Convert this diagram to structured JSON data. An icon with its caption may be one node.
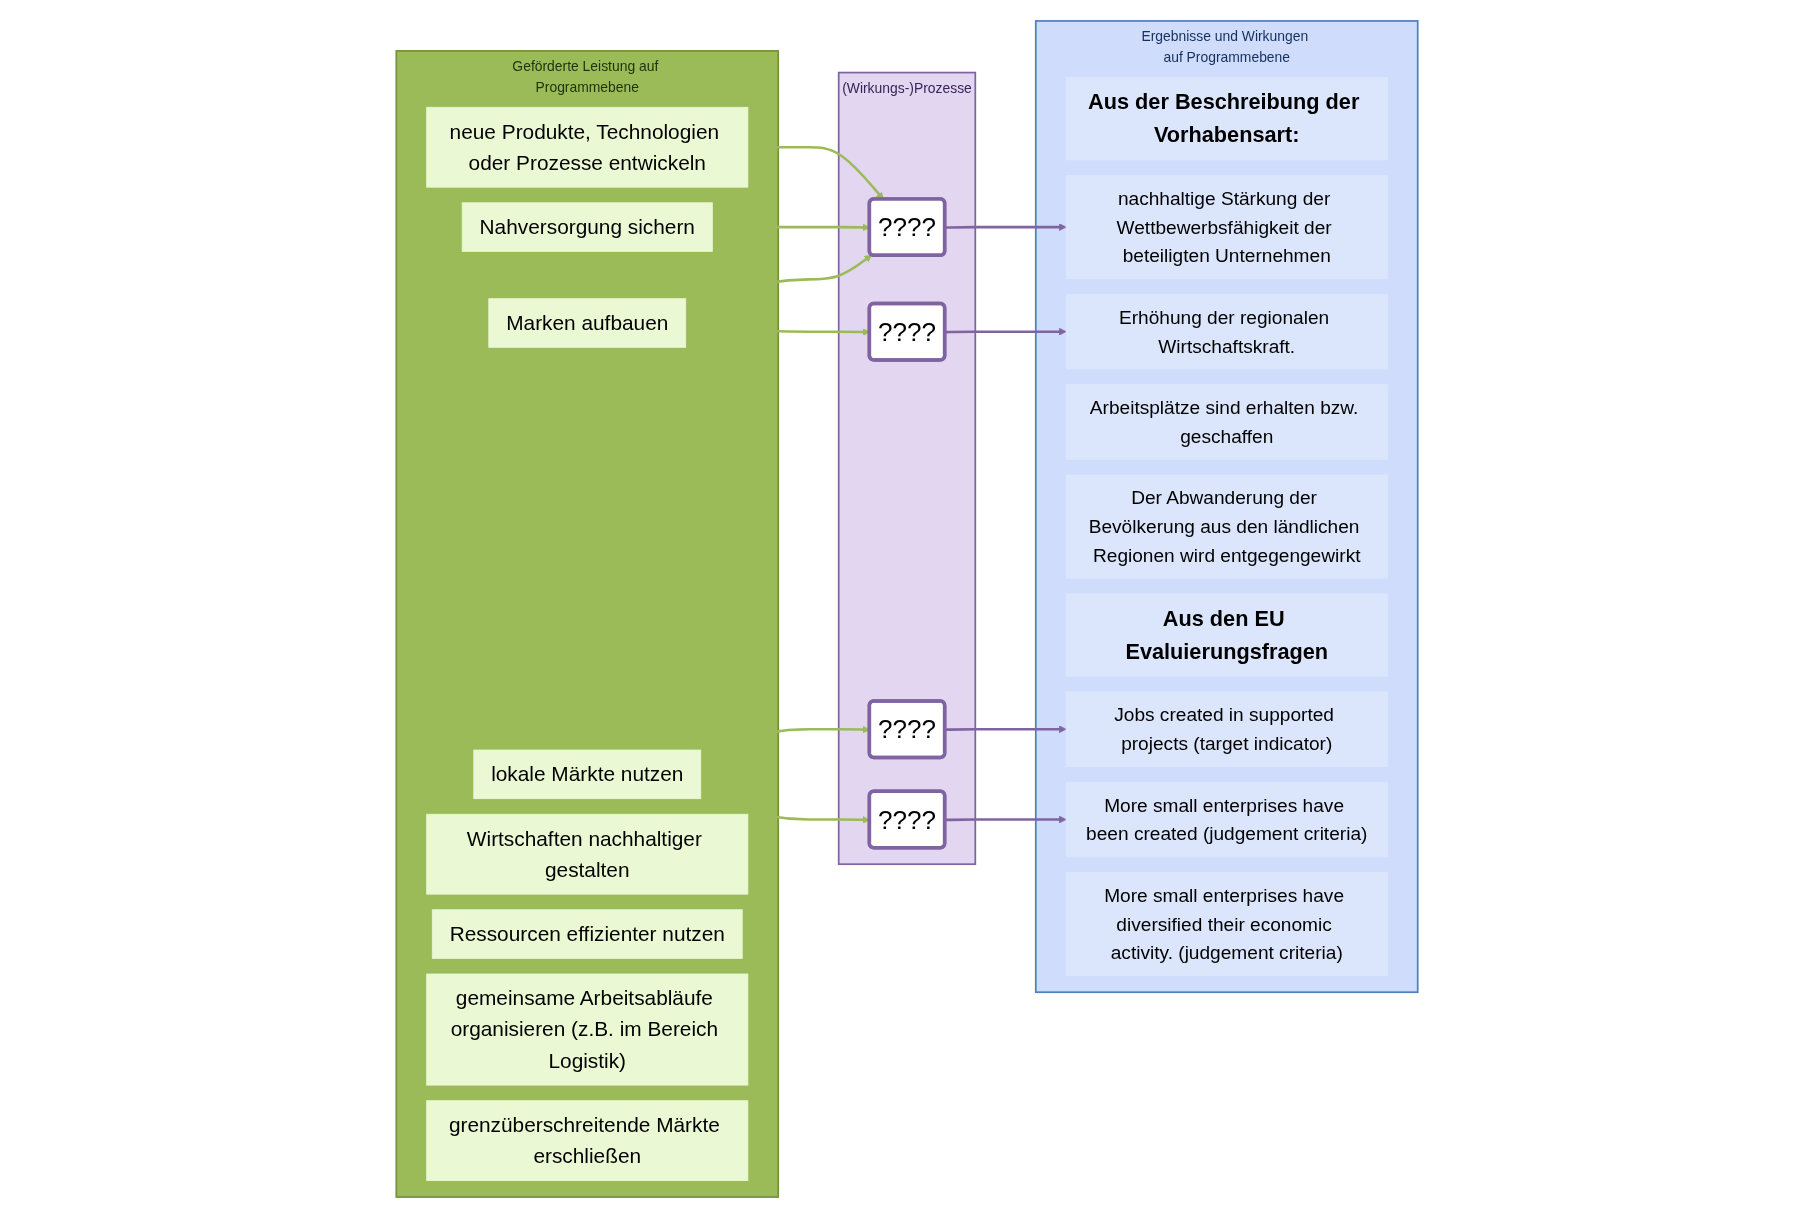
{
  "diagram": {
    "nodes": [
      {
        "text": [
          "Geförderte Leistung auf Programmebene"
        ]
      },
      {
        "text": [
          "neue Produkte, Technologien oder Prozesse entwickeln"
        ],
        "in": 0
      },
      {
        "text": [
          "Nahversorgung sichern"
        ],
        "in": 0
      },
      {
        "text": [
          "Marken aufbauen"
        ],
        "in": 0
      },
      {
        "text": [
          "lokale Märkte nutzen"
        ],
        "in": 0
      },
      {
        "text": [
          "Wirtschaften nachhaltiger gestalten"
        ],
        "in": 0
      },
      {
        "text": [
          "Ressourcen effizienter nutzen"
        ],
        "in": 0
      },
      {
        "text": [
          "gemeinsame Arbeitsabläufe organisieren (z.B. im Bereich Logistik)"
        ],
        "in": 0
      },
      {
        "text": [
          "grenzüberschreitende Märkte erschließen"
        ],
        "in": 0
      },
      {
        "text": [
          "(Wirkungs-)Prozesse"
        ]
      },
      {
        "text": [
          "????"
        ],
        "in": 9
      },
      {
        "text": [
          "????"
        ],
        "in": 9
      },
      {
        "text": [
          "????"
        ],
        "in": 9
      },
      {
        "text": [
          "????"
        ],
        "in": 9
      },
      {
        "text": [
          "Ergebnisse und Wirkungen auf Programmebene"
        ]
      },
      {
        "text": [
          "Aus der Beschreibung der Vorhabensart:"
        ],
        "in": 14
      },
      {
        "text": [
          "nachhaltige Stärkung der Wettbewerbsfähigkeit der beteiligten Unternehmen"
        ],
        "in": 14
      },
      {
        "text": [
          "Erhöhung der regionalen Wirtschaftskraft."
        ],
        "in": 14
      },
      {
        "text": [
          "Arbeitsplätze sind erhalten bzw. geschaffen"
        ],
        "in": 14
      },
      {
        "text": [
          "Der Abwanderung der Bevölkerung aus den ländlichen Regionen wird entgegengewirkt"
        ],
        "in": 14
      },
      {
        "text": [
          "Aus den EU Evaluierungsfragen"
        ],
        "in": 14
      },
      {
        "text": [
          "Jobs created in supported projects (target indicator)"
        ],
        "in": 14
      },
      {
        "text": [
          "More small enterprises have been created (judgement criteria)"
        ],
        "in": 14
      },
      {
        "text": [
          "More small enterprises have diversified their economic activity. (judgement criteria)"
        ],
        "in": 14
      }
    ],
    "edges": [
      {
        "from": 1,
        "to": 10,
        "arrow": "to"
      },
      {
        "from": 2,
        "to": 10,
        "arrow": "to"
      },
      {
        "from": 3,
        "to": 10,
        "arrow": "to"
      },
      {
        "from": 3,
        "to": 11,
        "arrow": "to"
      },
      {
        "from": 4,
        "to": 12,
        "arrow": "to"
      },
      {
        "from": 4,
        "to": 13,
        "arrow": "to"
      },
      {
        "from": 10,
        "to": 16,
        "arrow": "to",
        "color": "#8064a2"
      },
      {
        "from": 11,
        "to": 17,
        "arrow": "to",
        "color": "#8064a2"
      },
      {
        "from": 12,
        "to": 21,
        "arrow": "to",
        "color": "#8064a2"
      },
      {
        "from": 13,
        "to": 22,
        "arrow": "to",
        "color": "#8064a2"
      }
    ]
  }
}
